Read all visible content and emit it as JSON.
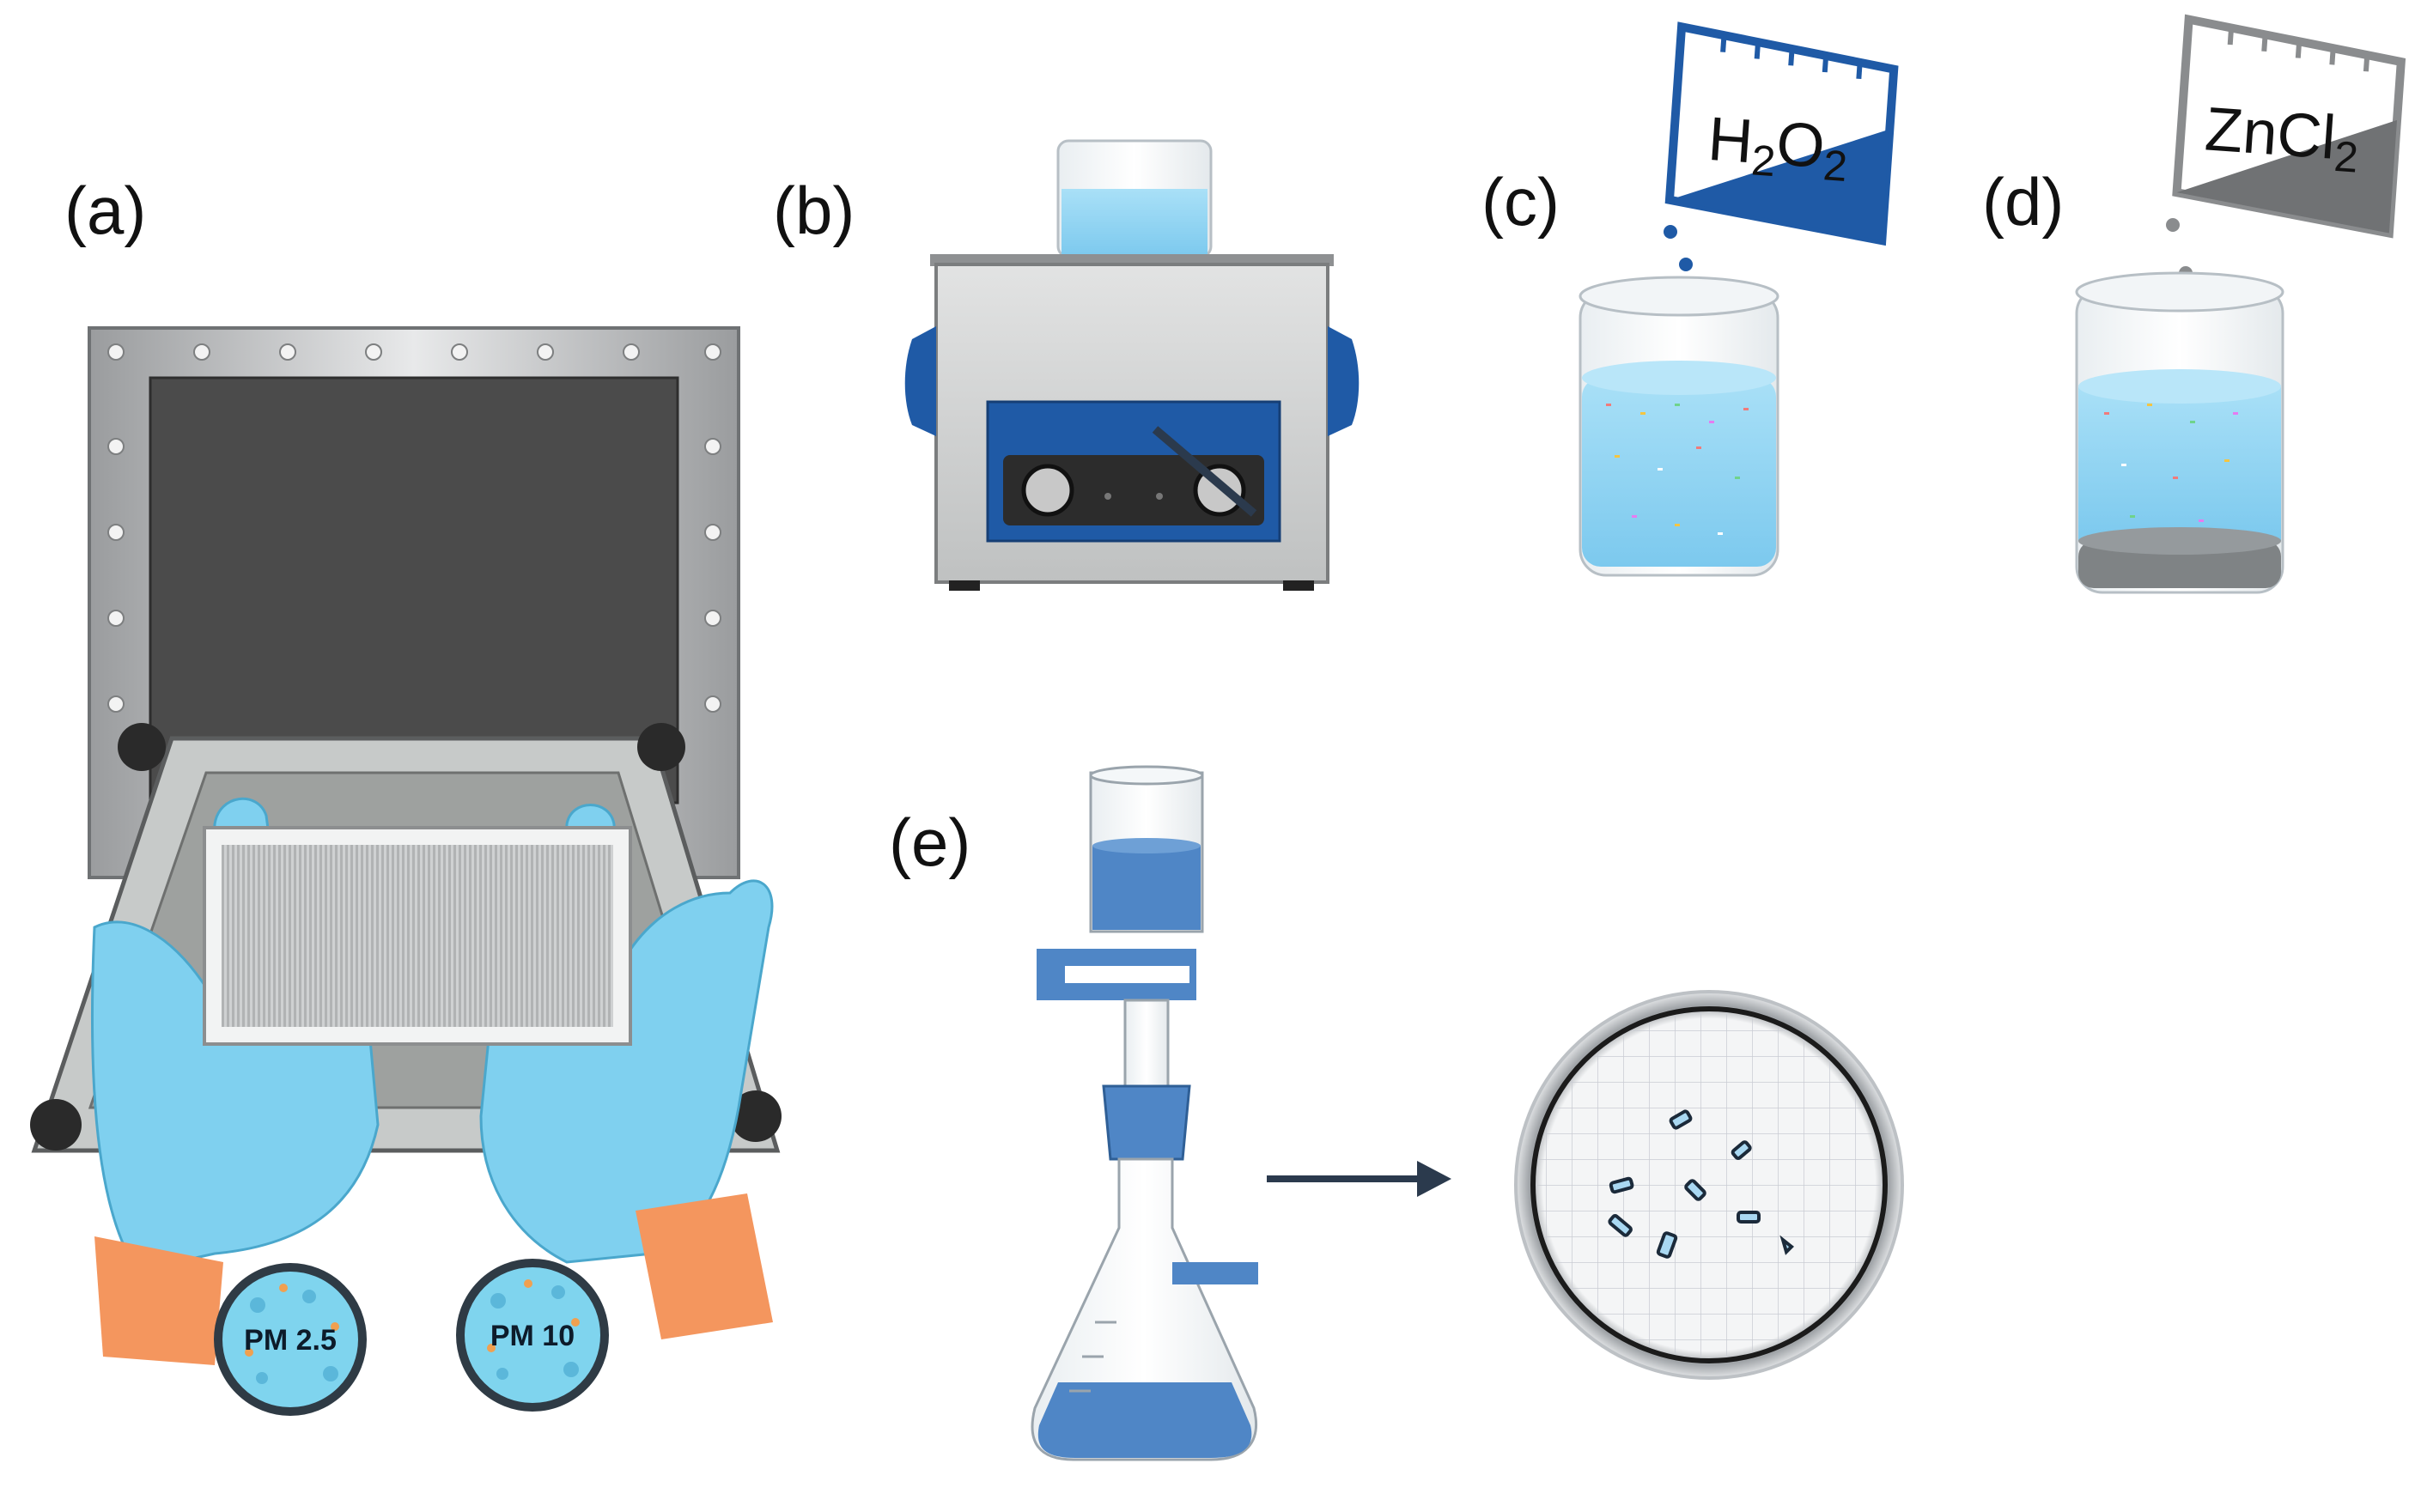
{
  "panels": [
    {
      "id": "a",
      "label": "(a)"
    },
    {
      "id": "b",
      "label": "(b)"
    },
    {
      "id": "c",
      "label": "(c)"
    },
    {
      "id": "d",
      "label": "(d)"
    },
    {
      "id": "e",
      "label": "(e)"
    }
  ],
  "reagents": {
    "h2o2": {
      "base1": "H",
      "sub1": "2",
      "base2": "O",
      "sub2": "2"
    },
    "zncl2": {
      "base": "ZnCl",
      "sub": "2"
    }
  },
  "filters": {
    "pm25": "PM 2.5",
    "pm10": "PM 10"
  },
  "colors": {
    "glove": "#7fd0ef",
    "skin": "#f4965e",
    "water": "#8fd3f2",
    "dark_blue": "#1f5aa6",
    "steel": "#c9cbcc",
    "screen": "#4b4b4b",
    "filter_blue": "#4f86c6"
  }
}
